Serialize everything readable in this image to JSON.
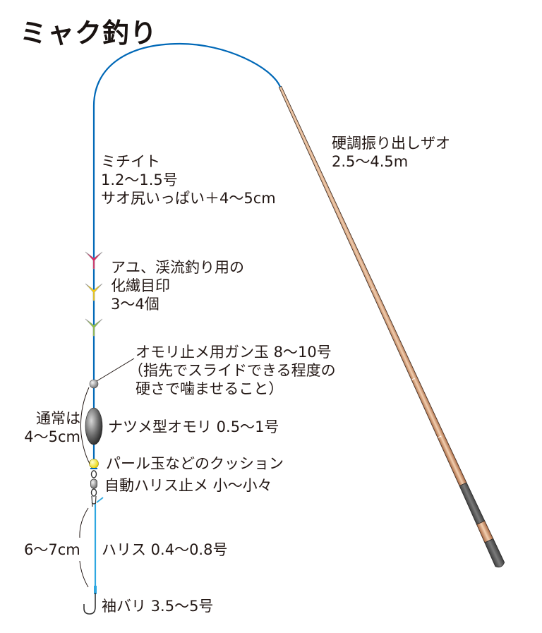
{
  "title": "ミャク釣り",
  "colors": {
    "line_main": "#0068b7",
    "line_leader": "#2ea7e0",
    "rod_wood": "#c99a78",
    "rod_grip": "#555555",
    "marker_red": "#e5195e",
    "marker_yellow": "#ffd400",
    "marker_green": "#8cc63f",
    "pearl": "#fff45c",
    "text": "#231815"
  },
  "labels": {
    "rod": {
      "line1": "硬調振り出しザオ",
      "line2": "2.5〜4.5m"
    },
    "mainline": {
      "line1": "ミチイト",
      "line2": "1.2〜1.5号",
      "line3": "サオ尻いっぱい＋4〜5cm"
    },
    "markers": {
      "line1": "アユ、渓流釣り用の",
      "line2": "化繊目印",
      "line3": "3〜4個"
    },
    "stopper": {
      "line1": "オモリ止メ用ガン玉 8〜10号",
      "line2": "（指先でスライドできる程度の",
      "line3": "硬さで噛ませること）"
    },
    "spacing": {
      "line1": "通常は",
      "line2": "4〜5cm"
    },
    "sinker": {
      "text": "ナツメ型オモリ 0.5〜1号"
    },
    "cushion": {
      "text": "パール玉などのクッション"
    },
    "swivel": {
      "text": "自動ハリス止メ 小〜小々"
    },
    "leader_length": {
      "text": "6〜7cm"
    },
    "leader": {
      "text": "ハリス 0.4〜0.8号"
    },
    "hook": {
      "text": "袖バリ 3.5〜5号"
    }
  }
}
